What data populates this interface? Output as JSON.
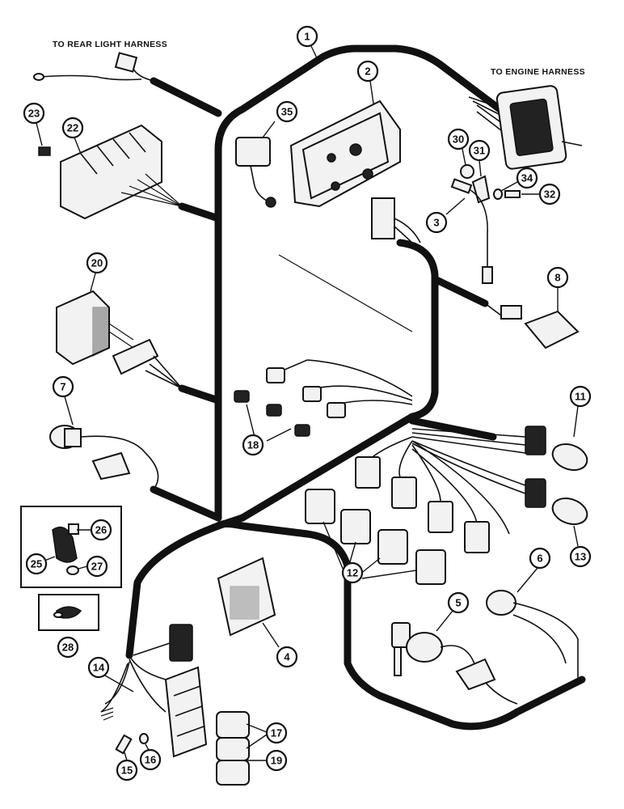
{
  "labels": {
    "to_rear_light_harness": "TO REAR LIGHT HARNESS",
    "to_engine_harness": "TO ENGINE HARNESS"
  },
  "callouts": {
    "c1": "1",
    "c2": "2",
    "c3": "3",
    "c4": "4",
    "c5": "5",
    "c6": "6",
    "c7": "7",
    "c8": "8",
    "c11": "11",
    "c12": "12",
    "c13": "13",
    "c14": "14",
    "c15": "15",
    "c16": "16",
    "c17": "17",
    "c18": "18",
    "c19": "19",
    "c20": "20",
    "c22": "22",
    "c23": "23",
    "c25": "25",
    "c26": "26",
    "c27": "27",
    "c28": "28",
    "c30": "30",
    "c31": "31",
    "c32": "32",
    "c34": "34",
    "c35": "35"
  }
}
